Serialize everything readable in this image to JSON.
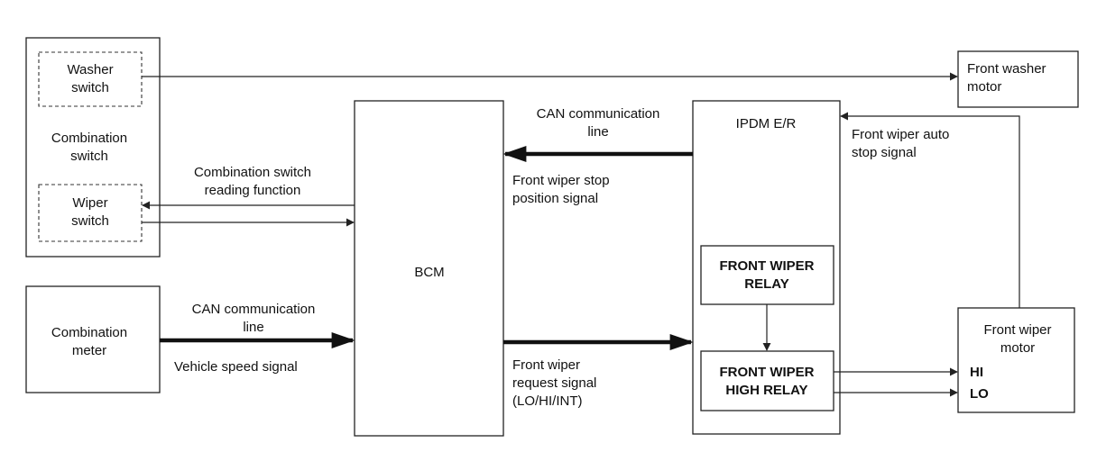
{
  "blocks": {
    "combination_switch": "Combination\nswitch",
    "washer_switch": "Washer\nswitch",
    "wiper_switch": "Wiper\nswitch",
    "combination_meter": "Combination\nmeter",
    "bcm": "BCM",
    "ipdm": "IPDM E/R",
    "front_wiper_relay": "FRONT WIPER\nRELAY",
    "front_wiper_high_relay": "FRONT WIPER\nHIGH RELAY",
    "front_washer_motor": "Front washer\nmotor",
    "front_wiper_motor": "Front wiper\nmotor",
    "terminal_hi": "HI",
    "terminal_lo": "LO"
  },
  "signals": {
    "switch_reading": "Combination switch\nreading function",
    "can_line_top": "CAN communication\nline",
    "stop_position": "Front wiper stop\nposition signal",
    "auto_stop": "Front wiper auto\nstop signal",
    "can_line_meter": "CAN communication\nline",
    "vehicle_speed": "Vehicle speed signal",
    "wiper_request": "Front wiper\nrequest signal\n(LO/HI/INT)"
  }
}
